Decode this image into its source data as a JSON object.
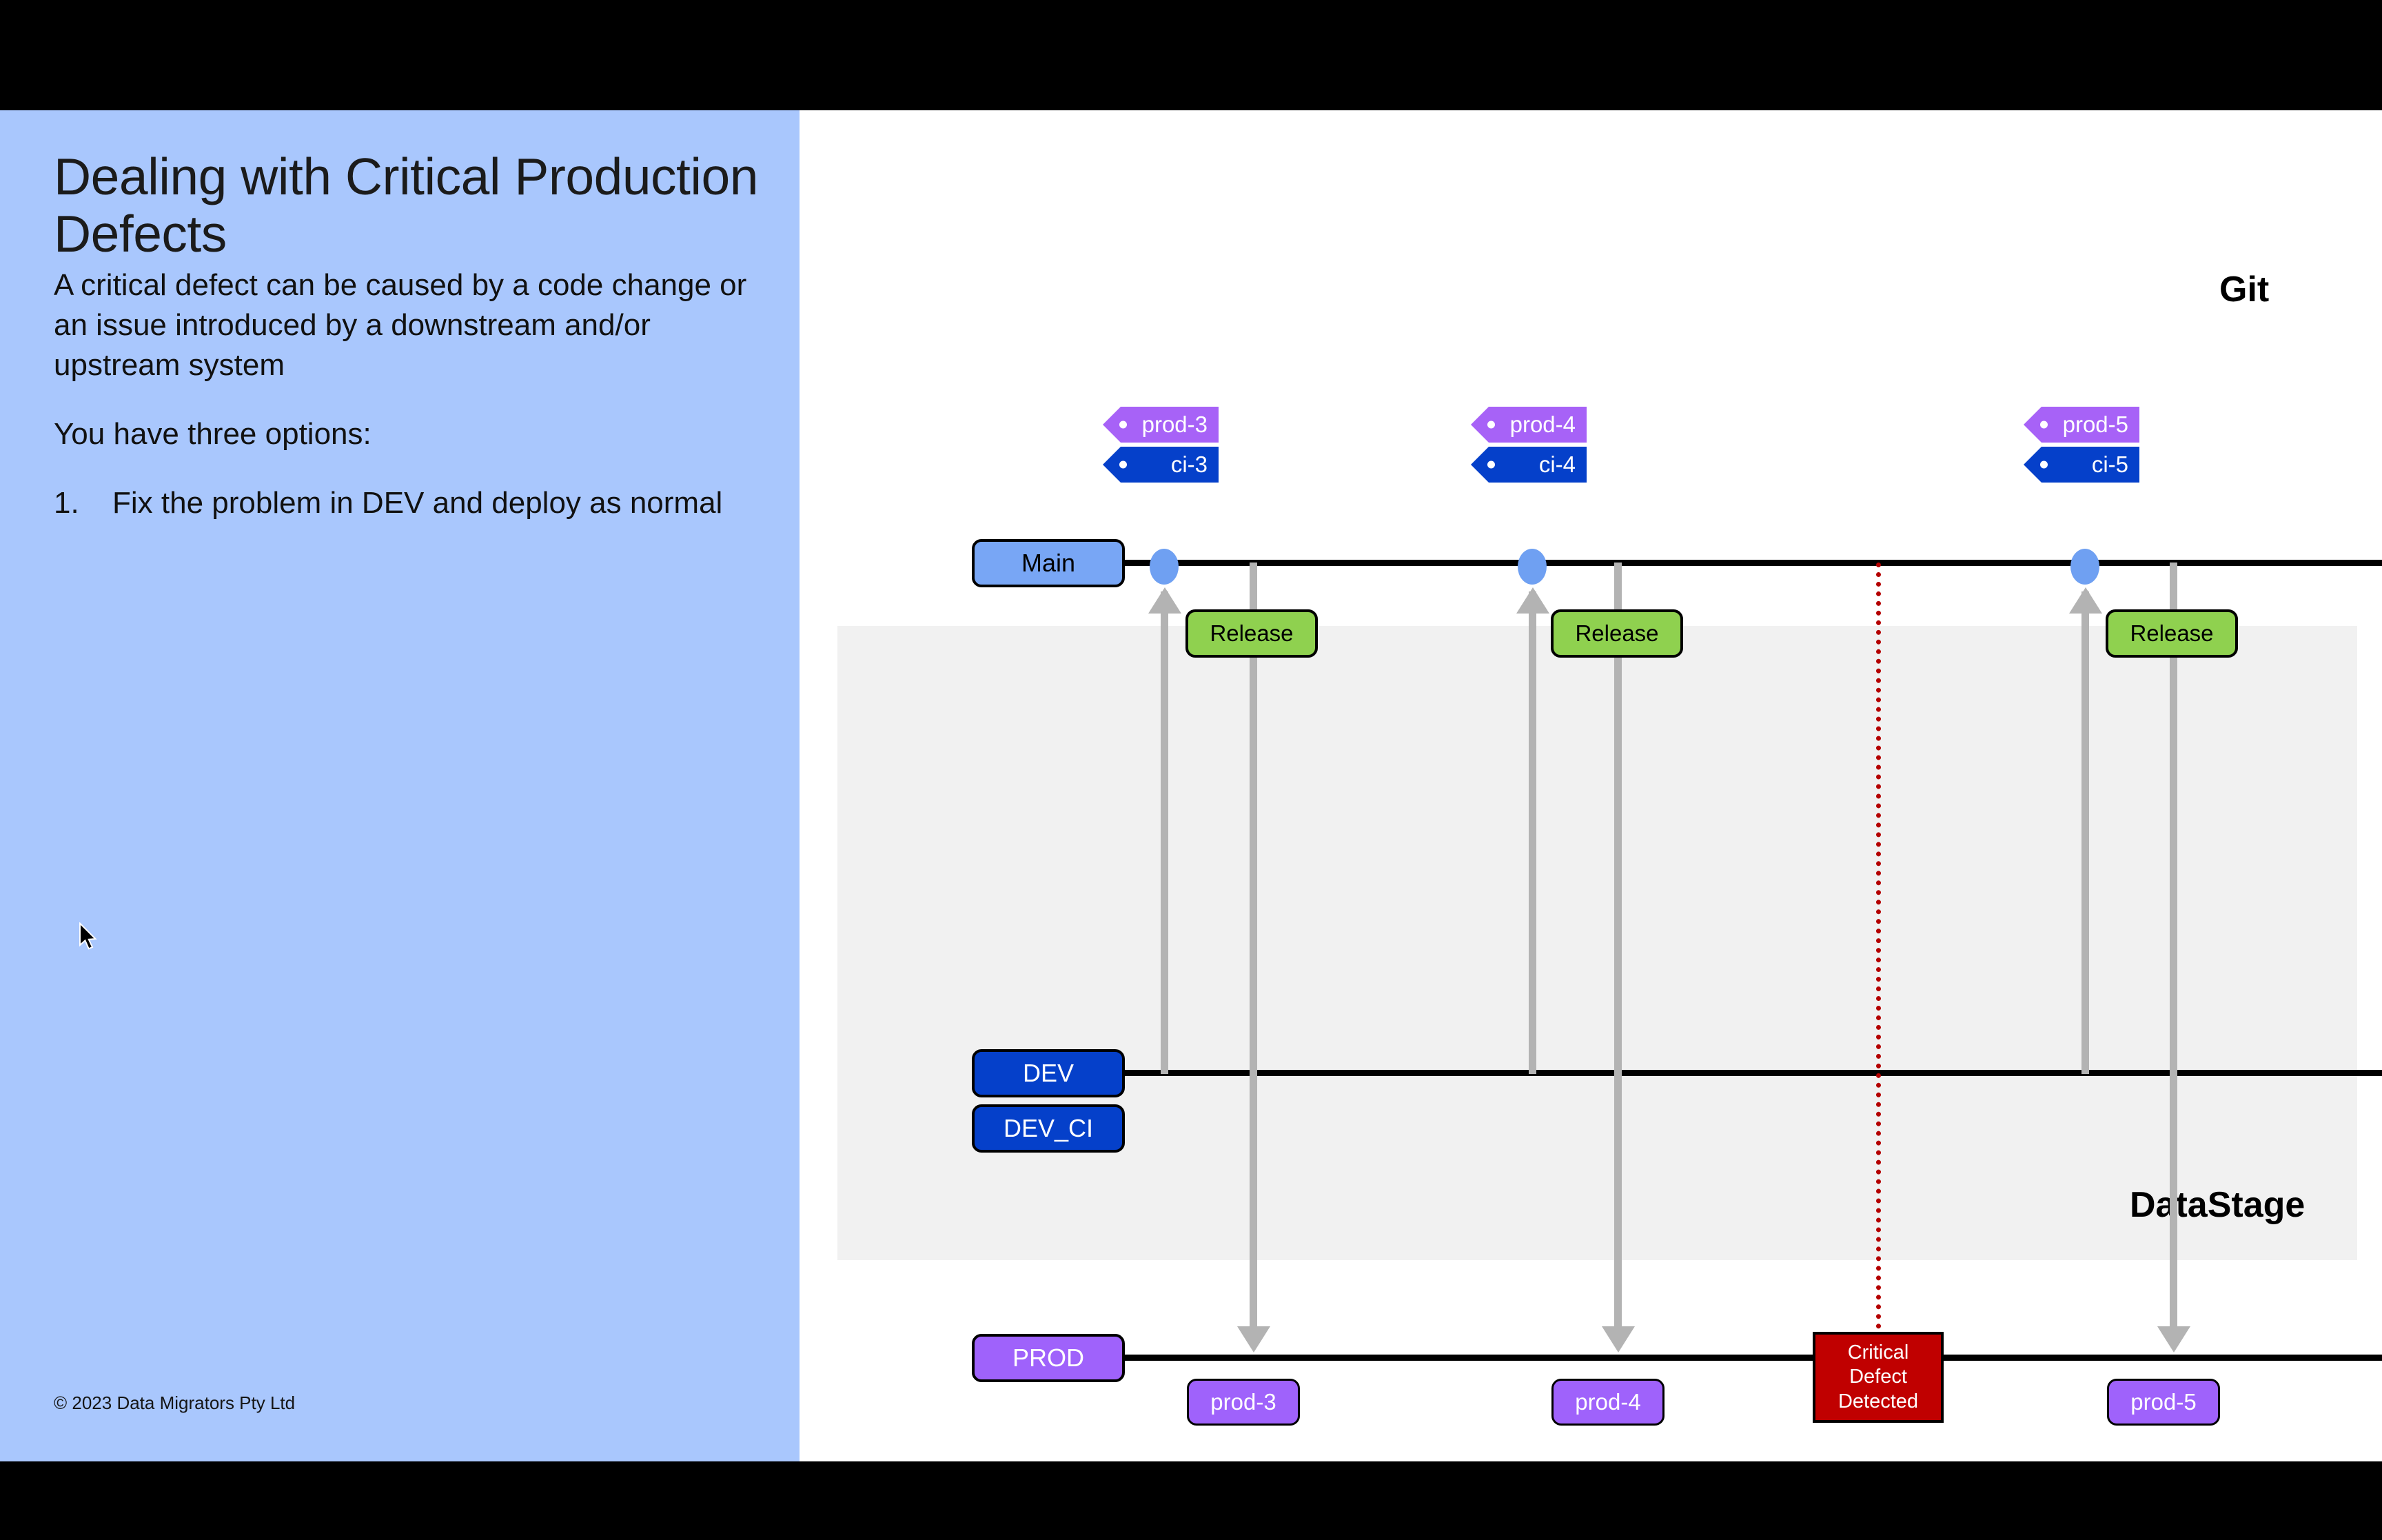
{
  "slide": {
    "title": "Dealing with Critical Production Defects",
    "copyright": "© 2023 Data Migrators Pty Ltd",
    "paragraphs": [
      "A critical defect can be caused by a code change or an issue introduced by a downstream and/or upstream system",
      "You have three options:"
    ],
    "ordered_items": [
      {
        "num": "1.",
        "text": "Fix the problem in DEV and deploy as normal"
      }
    ]
  },
  "diagram": {
    "git_label": "Git",
    "datastage_label": "DataStage",
    "branches": [
      {
        "name": "Main",
        "color": "#78a6f5",
        "text_color": "#000000"
      },
      {
        "name": "DEV",
        "color": "#0540ca",
        "text_color": "#ffffff"
      },
      {
        "name": "DEV_CI",
        "color": "#0540ca",
        "text_color": "#ffffff"
      },
      {
        "name": "PROD",
        "color": "#9f62fb",
        "text_color": "#ffffff"
      }
    ],
    "tags": [
      {
        "prod": "prod-3",
        "ci": "ci-3"
      },
      {
        "prod": "prod-4",
        "ci": "ci-4"
      },
      {
        "prod": "prod-5",
        "ci": "ci-5"
      }
    ],
    "release_labels": [
      "Release",
      "Release",
      "Release"
    ],
    "prod_deploys": [
      "prod-3",
      "prod-4",
      "prod-5"
    ],
    "defect": {
      "line1": "Critical",
      "line2": "Defect",
      "line3": "Detected"
    },
    "colors": {
      "tag_prod": "#a762f7",
      "tag_ci": "#0540ca",
      "release": "#8fd14f",
      "defect": "#c00000",
      "defect_line": "#b40000",
      "connector": "#b3b3b3",
      "band": "#f1f1f1",
      "panel": "#a9c7fd"
    }
  }
}
